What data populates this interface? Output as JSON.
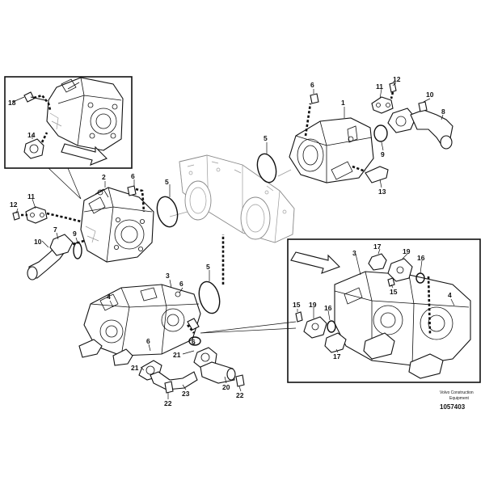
{
  "callouts": {
    "c1": "1",
    "c2": "2",
    "c3a": "3",
    "c3b": "3",
    "c4a": "4",
    "c4b": "4",
    "c5a": "5",
    "c5b": "5",
    "c5c": "5",
    "c6a": "6",
    "c6b": "6",
    "c6c": "6",
    "c6d": "6",
    "c6e": "6",
    "c7": "7",
    "c8": "8",
    "c9a": "9",
    "c9b": "9",
    "c10a": "10",
    "c10b": "10",
    "c11a": "11",
    "c11b": "11",
    "c12a": "12",
    "c12b": "12",
    "c13": "13",
    "c14": "14",
    "c15a": "15",
    "c15b": "15",
    "c16a": "16",
    "c16b": "16",
    "c17a": "17",
    "c17b": "17",
    "c18": "18",
    "c19a": "19",
    "c19b": "19",
    "c20": "20",
    "c21a": "21",
    "c21b": "21",
    "c22a": "22",
    "c22b": "22",
    "c23": "23"
  },
  "credit_line1": "Volvo Construction",
  "credit_line2": "Equipment",
  "drawing_number": "1057403"
}
